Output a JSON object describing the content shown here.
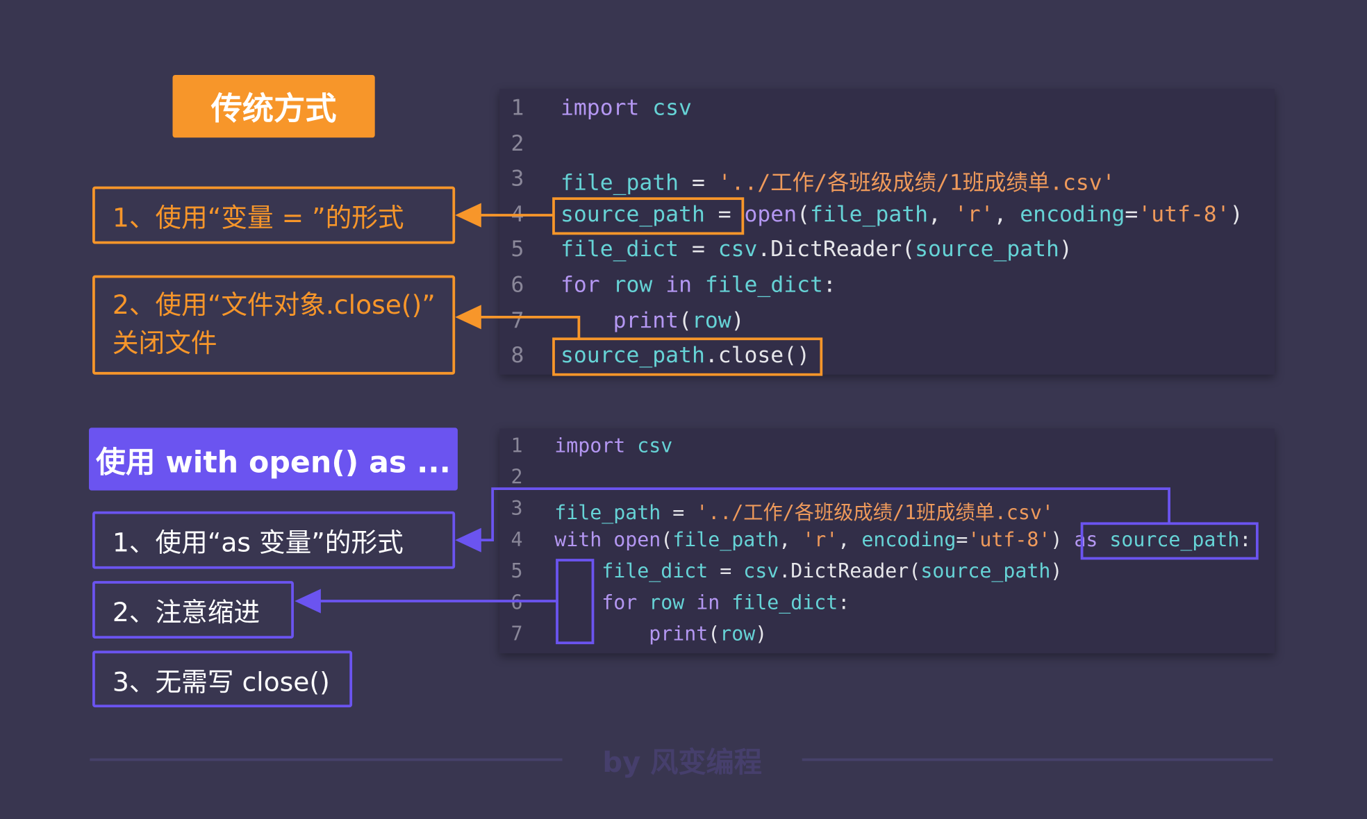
{
  "colors": {
    "background": "#393650",
    "orange": "#f7962a",
    "purple": "#6b54f0",
    "keyword": "#b497f2",
    "identifier": "#66d3d6",
    "string": "#ef9a5b"
  },
  "traditional": {
    "title": "传统方式",
    "notes": [
      "1、使用“变量 = ”的形式",
      "2、使用“文件对象.close()”",
      "关闭文件"
    ],
    "code": [
      [
        [
          "import ",
          "k"
        ],
        [
          "csv",
          "v"
        ]
      ],
      [],
      [
        [
          "file_path",
          "v"
        ],
        [
          " = ",
          "w"
        ],
        [
          "'../工作/各班级成绩/1班成绩单.csv'",
          "s"
        ]
      ],
      [
        [
          "source_path",
          "v"
        ],
        [
          " = ",
          "w"
        ],
        [
          "open",
          "k"
        ],
        [
          "(",
          "w"
        ],
        [
          "file_path",
          "v"
        ],
        [
          ", ",
          "w"
        ],
        [
          "'r'",
          "s"
        ],
        [
          ", ",
          "w"
        ],
        [
          "encoding",
          "v"
        ],
        [
          "=",
          "w"
        ],
        [
          "'utf-8'",
          "s"
        ],
        [
          ")",
          "w"
        ]
      ],
      [
        [
          "file_dict",
          "v"
        ],
        [
          " = ",
          "w"
        ],
        [
          "csv",
          "v"
        ],
        [
          ".DictReader(",
          "w"
        ],
        [
          "source_path",
          "v"
        ],
        [
          ")",
          "w"
        ]
      ],
      [
        [
          "for ",
          "k"
        ],
        [
          "row ",
          "v"
        ],
        [
          "in ",
          "k"
        ],
        [
          "file_dict",
          "v"
        ],
        [
          ":",
          "w"
        ]
      ],
      [
        [
          "    print",
          "k"
        ],
        [
          "(",
          "w"
        ],
        [
          "row",
          "v"
        ],
        [
          ")",
          "w"
        ]
      ],
      [
        [
          "source_path",
          "v"
        ],
        [
          ".close()",
          "w"
        ]
      ]
    ]
  },
  "with_open": {
    "title": "使用 with open() as ...",
    "notes": [
      "1、使用“as 变量”的形式",
      "2、注意缩进",
      "3、无需写 close()"
    ],
    "code": [
      [
        [
          "import ",
          "k"
        ],
        [
          "csv",
          "v"
        ]
      ],
      [],
      [
        [
          "file_path",
          "v"
        ],
        [
          " = ",
          "w"
        ],
        [
          "'../工作/各班级成绩/1班成绩单.csv'",
          "s"
        ]
      ],
      [
        [
          "with ",
          "k"
        ],
        [
          "open",
          "k"
        ],
        [
          "(",
          "w"
        ],
        [
          "file_path",
          "v"
        ],
        [
          ", ",
          "w"
        ],
        [
          "'r'",
          "s"
        ],
        [
          ", ",
          "w"
        ],
        [
          "encoding",
          "v"
        ],
        [
          "=",
          "w"
        ],
        [
          "'utf-8'",
          "s"
        ],
        [
          ") ",
          "w"
        ],
        [
          "as ",
          "k"
        ],
        [
          "source_path",
          "v"
        ],
        [
          ":",
          "w"
        ]
      ],
      [
        [
          "    file_dict",
          "v"
        ],
        [
          " = ",
          "w"
        ],
        [
          "csv",
          "v"
        ],
        [
          ".DictReader(",
          "w"
        ],
        [
          "source_path",
          "v"
        ],
        [
          ")",
          "w"
        ]
      ],
      [
        [
          "    for ",
          "k"
        ],
        [
          "row ",
          "v"
        ],
        [
          "in ",
          "k"
        ],
        [
          "file_dict",
          "v"
        ],
        [
          ":",
          "w"
        ]
      ],
      [
        [
          "        print",
          "k"
        ],
        [
          "(",
          "w"
        ],
        [
          "row",
          "v"
        ],
        [
          ")",
          "w"
        ]
      ]
    ]
  },
  "footer": {
    "credit": "by 风变编程"
  }
}
